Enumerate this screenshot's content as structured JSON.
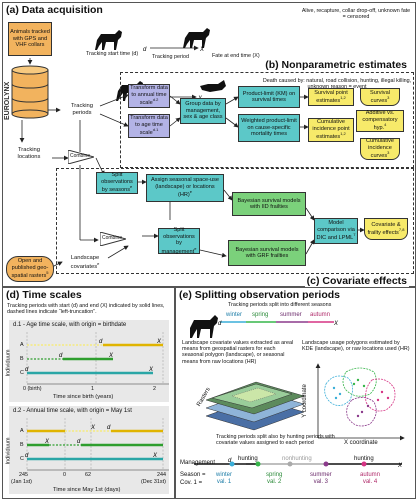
{
  "panel_a": {
    "title": "(a) Data acquisition",
    "animals_box": "Animals tracked with GPS and VHF collars",
    "tracking_start": "Tracking start time (d)",
    "tracking_period": "Tracking period",
    "fate": "Fate at end time (X)",
    "censored": "Alive, recapture, collar drop-off, unknown fate = censored",
    "event": "Death caused by: natural, road collision, hunting, illegal killing, unknown reason = event",
    "eurolynx": "EUROLYNX",
    "tracking_periods_box": "Tracking periods",
    "tracking_locations_box": "Tracking locations",
    "combine_1": "Combine",
    "combine_2": "Combine",
    "geodata_box": "Open and published geo-spatial rasters",
    "geodata_sup": "5"
  },
  "panel_b": {
    "title": "(b) Nonparametric estimates",
    "transform_annual": "Transform data to annual time scale",
    "transform_annual_sup": "d.2",
    "transform_age": "Transform data to age time scale",
    "transform_age_sup": "d.1",
    "group": "Group data by management, sex & age class",
    "km": "Product-limit (KM) on survival times",
    "weighted": "Weighted product-limit on cause-specific mortality times",
    "survival_point": "Survival point estimates",
    "survival_point_sup": "1,2",
    "survival_curves": "Survival curves",
    "survival_curves_sup": "3",
    "additive": "Additive vs. compensatory hyp.",
    "additive_sup": "4",
    "cif_point": "Cumulative incidence point estimates",
    "cif_point_sup": "1,2",
    "cif_curves": "Cumulative incidence curves",
    "cif_curves_sup": "3"
  },
  "panel_c": {
    "title": "(c) Covariate effects",
    "split_seasons": "Split observations by seasons",
    "split_seasons_sup": "e",
    "assign": "Assign seasonal space-use (landscape) or locations (HR)",
    "assign_sup": "e",
    "landscape_cov": "Landscape covariates",
    "landscape_cov_sup": "e",
    "split_mgmt": "Split observations by management",
    "split_mgmt_sup": "e",
    "bayes_iid": "Bayesian survival models with IID frailties",
    "bayes_grf": "Bayesian survival models with GRF frailties",
    "model_comp": "Model comparison via DIC and LPML",
    "model_comp_sup": "7",
    "cov_frailty": "Covariate & frailty effects",
    "cov_frailty_sup": "7,8"
  },
  "panel_d": {
    "title": "(d) Time scales",
    "desc": "Tracking periods with start (d) and end (X) indicated by solid lines, dashed lines indicate “left-truncation”.",
    "d1_title": "d.1 - Age time scale, with origin = birthdate",
    "d1_ticks": [
      "0 (birth)",
      "1",
      "2"
    ],
    "d1_xlabel": "Time since birth (years)",
    "d2_title": "d.2 - Annual time scale, with origin = May 1st",
    "d2_ticks_top": [
      "245",
      "0",
      "62",
      "244"
    ],
    "d2_ticks_bottom": [
      "(Jan 1st)",
      "(Dec 31st)"
    ],
    "d2_xlabel": "Time since May 1st (days)",
    "ylabel": "Individuum",
    "rows": [
      "A",
      "B",
      "C"
    ],
    "start_mark": "d",
    "end_mark": "X"
  },
  "panel_e": {
    "title": "(e) Splitting observation periods",
    "split_text": "Tracking periods split into different seasons",
    "seasons": [
      "winter",
      "spring",
      "summer",
      "autumn"
    ],
    "landscape_text": "Landscape covariate values extracted as areal means from geospatial rasters for each seasonal polygon (landscape), or seasonal means from raw locations (HR)",
    "polygon_text": "Landscape usage polygons estimated by KDE (landscape), or raw locations used (HR)",
    "rasters": "Rasters",
    "ycoord": "Y coordinate",
    "xcoord": "X coordinate",
    "hunting_text": "Tracking periods split also by hunting periods with covariate values assigned to each period",
    "mgmt_label": "Management",
    "hunting_1": "hunting",
    "hunting_2": "hunting",
    "nonhunting": "nonhunting",
    "season_label": "Season =",
    "cov_label": "Cov. 1 =",
    "season_cells": [
      {
        "name": "winter",
        "val": "val. 1"
      },
      {
        "name": "spring",
        "val": "val. 2"
      },
      {
        "name": "summer",
        "val": "val. 3"
      },
      {
        "name": "autumn",
        "val": "val. 4"
      }
    ]
  },
  "colors": {
    "purple": "#b3b3e6",
    "teal": "#5cc8c8",
    "green": "#7bd17b",
    "yellow": "#f7ea6a",
    "orange": "#f2b35e",
    "gray": "#c8c8c8",
    "winter": "#3aaed8",
    "spring": "#36b54a",
    "summer": "#8b3a8b",
    "autumn": "#d63384"
  }
}
